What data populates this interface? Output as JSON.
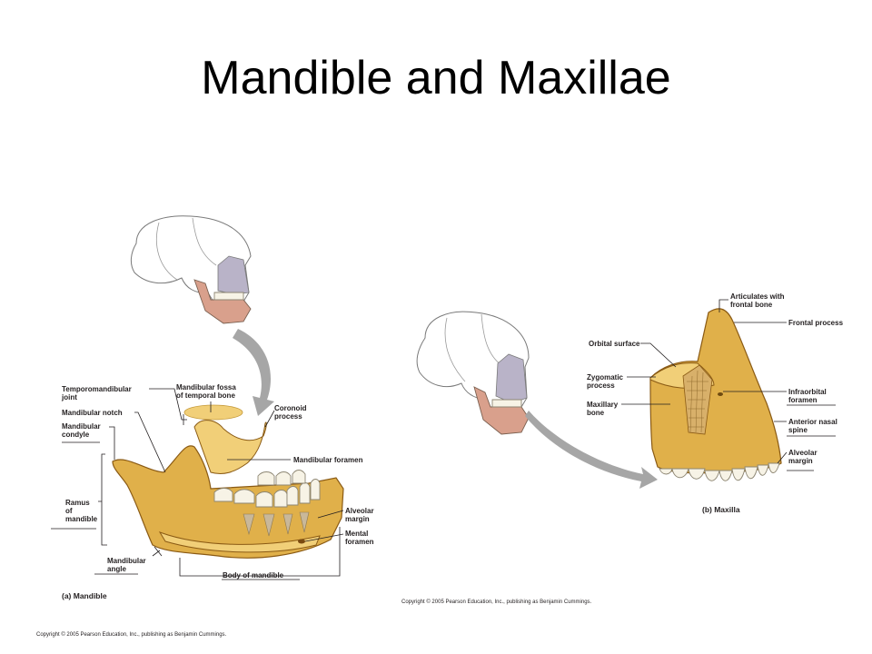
{
  "title": "Mandible and Maxillae",
  "mandible": {
    "caption": "(a) Mandible",
    "labels": {
      "temporomandibular_joint": [
        "Temporomandibular",
        "joint"
      ],
      "mandibular_notch": [
        "Mandibular notch"
      ],
      "mandibular_condyle": [
        "Mandibular",
        "condyle"
      ],
      "mandibular_fossa": [
        "Mandibular fossa",
        "of temporal bone"
      ],
      "coronoid_process": [
        "Coronoid",
        "process"
      ],
      "mandibular_foramen": [
        "Mandibular foramen"
      ],
      "ramus": [
        "Ramus",
        "of",
        "mandible"
      ],
      "alveolar_margin": [
        "Alveolar",
        "margin"
      ],
      "mental_foramen": [
        "Mental",
        "foramen"
      ],
      "mandibular_angle": [
        "Mandibular",
        "angle"
      ],
      "body": [
        "Body of mandible"
      ]
    },
    "copyright": "Copyright © 2005 Pearson Education, Inc., publishing as Benjamin Cummings."
  },
  "maxilla": {
    "caption": "(b) Maxilla",
    "labels": {
      "articulates": [
        "Articulates with",
        "frontal bone"
      ],
      "frontal_process": [
        "Frontal process"
      ],
      "orbital_surface": [
        "Orbital surface"
      ],
      "zygomatic_process": [
        "Zygomatic",
        "process"
      ],
      "maxillary_bone": [
        "Maxillary",
        "bone"
      ],
      "infraorbital_foramen": [
        "Infraorbital",
        "foramen"
      ],
      "anterior_nasal_spine": [
        "Anterior nasal",
        "spine"
      ],
      "alveolar_margin": [
        "Alveolar",
        "margin"
      ]
    },
    "copyright": "Copyright © 2005 Pearson Education, Inc., publishing as Benjamin Cummings."
  },
  "colors": {
    "bone": "#e0b04a",
    "highlight_mandible": "#d9a08c",
    "highlight_skull": "#b9b3c8",
    "arrow": "#a6a6a6"
  }
}
